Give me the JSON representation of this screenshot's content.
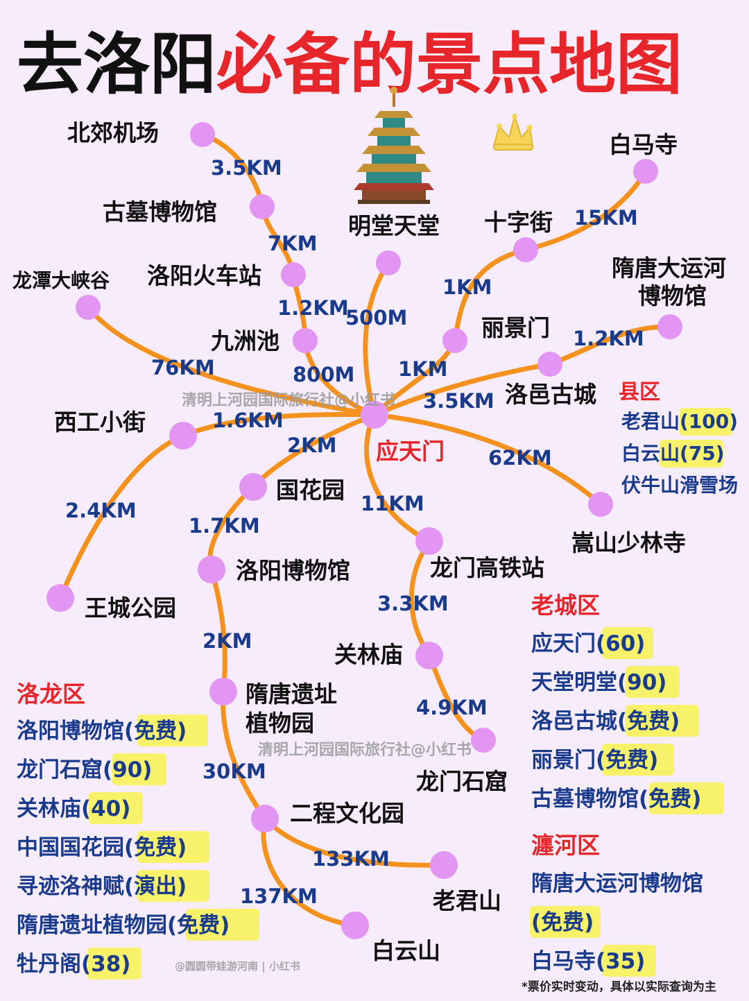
{
  "title": {
    "black": "去洛阳",
    "red": "必备的景点地图"
  },
  "hub": {
    "label": "应天门"
  },
  "places": {
    "beijiao_airport": "北郊机场",
    "tomb_museum": "古墓博物馆",
    "train_station": "洛阳火车站",
    "jiuzhouchi": "九洲池",
    "longtan": "龙潭大峡谷",
    "xigong": "西工小街",
    "wangcheng": "王城公园",
    "guohua": "国花园",
    "luoyang_museum": "洛阳博物馆",
    "suitang_garden_l1": "隋唐遗址",
    "suitang_garden_l2": "植物园",
    "ercheng": "二程文化园",
    "laojun": "老君山",
    "baiyun": "白云山",
    "mingtang": "明堂天堂",
    "shizijie": "十字街",
    "baima": "白马寺",
    "canal_l1": "隋唐大运河",
    "canal_l2": "博物馆",
    "lijingmen": "丽景门",
    "luoyi": "洛邑古城",
    "songshan": "嵩山少林寺",
    "longmen_station": "龙门高铁站",
    "guanlin": "关林庙",
    "longmen_grottoes": "龙门石窟"
  },
  "distances": {
    "airport_tomb": "3.5KM",
    "tomb_train": "7KM",
    "train_jiuzhou": "1.2KM",
    "jiuzhou_hub": "800M",
    "longtan_hub": "76KM",
    "xigong_hub": "1.6KM",
    "wangcheng_xigong": "2.4KM",
    "guohua_hub": "2KM",
    "museum_guohua": "1.7KM",
    "garden_museum": "2KM",
    "ercheng_garden": "30KM",
    "laojun_ercheng": "133KM",
    "baiyun_ercheng": "137KM",
    "mingtang_hub": "500M",
    "shizijie_baima": "15KM",
    "lijing_shizi": "1KM",
    "hub_lijing": "1KM",
    "canal_luoyi": "1.2KM",
    "hub_luoyi": "3.5KM",
    "hub_songshan": "62KM",
    "hub_longmen_station": "11KM",
    "station_guanlin": "3.3KM",
    "guanlin_grottoes": "4.9KM"
  },
  "regions": {
    "county": {
      "name": "县区",
      "items": [
        {
          "name": "老君山",
          "price": "(100)"
        },
        {
          "name": "白云山",
          "price": "(75)"
        },
        {
          "name": "伏牛山滑雪场",
          "price": ""
        }
      ]
    },
    "oldcity": {
      "name": "老城区",
      "items": [
        {
          "name": "应天门",
          "price": "(60)"
        },
        {
          "name": "天堂明堂",
          "price": "(90)"
        },
        {
          "name": "洛邑古城",
          "price": "(免费)"
        },
        {
          "name": "丽景门",
          "price": "(免费)"
        },
        {
          "name": "古墓博物馆",
          "price": "(免费)"
        }
      ]
    },
    "chanhe": {
      "name": "瀍河区",
      "items": [
        {
          "name": "隋唐大运河博物馆",
          "price": ""
        },
        {
          "name": "",
          "price": "(免费)"
        },
        {
          "name": "白马寺",
          "price": "(35)"
        }
      ]
    },
    "luolong": {
      "name": "洛龙区",
      "items": [
        {
          "name": "洛阳博物馆",
          "price": "(免费)"
        },
        {
          "name": "龙门石窟",
          "price": "(90)"
        },
        {
          "name": "关林庙",
          "price": "(40)"
        },
        {
          "name": "中国国花园",
          "price": "(免费)"
        },
        {
          "name": "寻迹洛神赋",
          "price": "(演出)"
        },
        {
          "name": "隋唐遗址植物园",
          "price": "(免费)"
        },
        {
          "name": "牡丹阁",
          "price": "(38)"
        }
      ]
    }
  },
  "footnote": "*票价实时变动，具体以实际查询为主",
  "watermarks": {
    "center": "清明上河园国际旅行社@小红书",
    "lower": "清明上河园国际旅行社@小红书",
    "bottom": "@圆圆带娃游河南 | 小红书"
  },
  "colors": {
    "background": "#f7ecfb",
    "route": "#f5921e",
    "node": "#e295f2",
    "title_red": "#e6262b",
    "distance_blue": "#1a3b8c",
    "highlight": "#f7f26a"
  },
  "icons": [
    "pagoda-icon",
    "crown-icon"
  ]
}
